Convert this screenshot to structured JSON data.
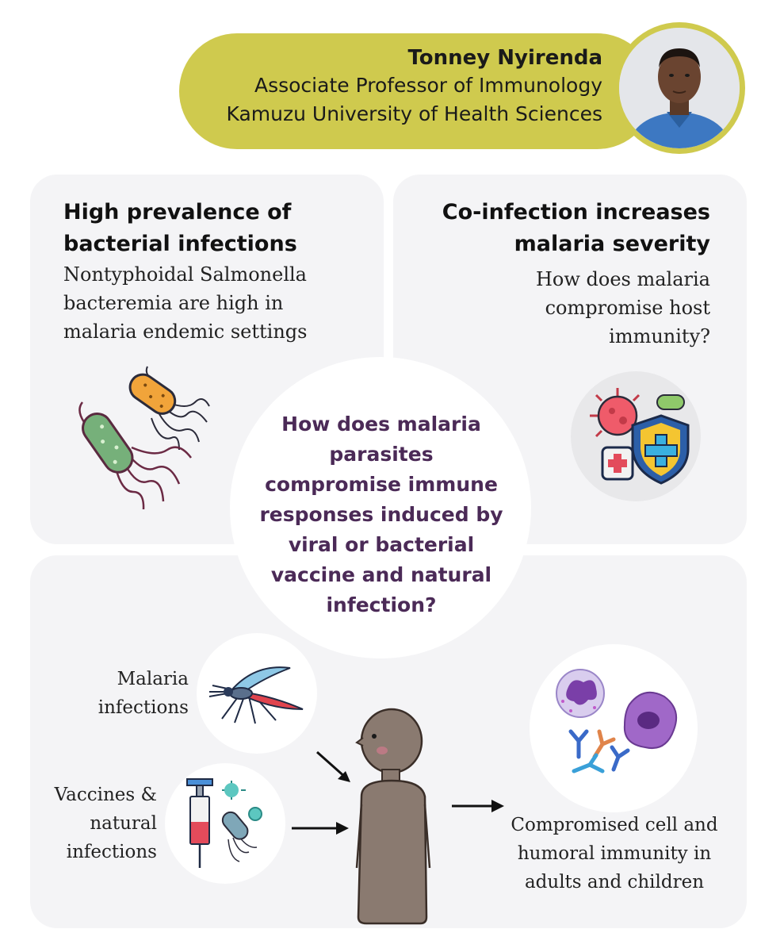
{
  "header": {
    "name": "Tonney Nyirenda",
    "role": "Associate Professor of Immunology",
    "institution": "Kamuzu University of Health Sciences"
  },
  "panels": [
    {
      "title": "High prevalence of bacterial infections",
      "body": "Nontyphoidal Salmonella bacteremia are high in malaria endemic settings"
    },
    {
      "title": "Co-infection increases malaria severity",
      "body": "How does malaria compromise host immunity?"
    }
  ],
  "center_question": "How does malaria parasites compromise immune responses induced by viral or bacterial vaccine and natural infection?",
  "flow": {
    "input_1": "Malaria infections",
    "input_2": "Vaccines & natural infections",
    "outcome": "Compromised cell and humoral immunity in adults and children"
  },
  "icons": [
    "avatar",
    "bacteria-icon",
    "virus-shield-icon",
    "mosquito-icon",
    "syringe-icon",
    "human-figure-icon",
    "immune-cells-icon",
    "arrow-icon"
  ],
  "colors": {
    "accent": "#cfca4e",
    "panel": "#f4f4f6",
    "question": "#4b2a57"
  }
}
